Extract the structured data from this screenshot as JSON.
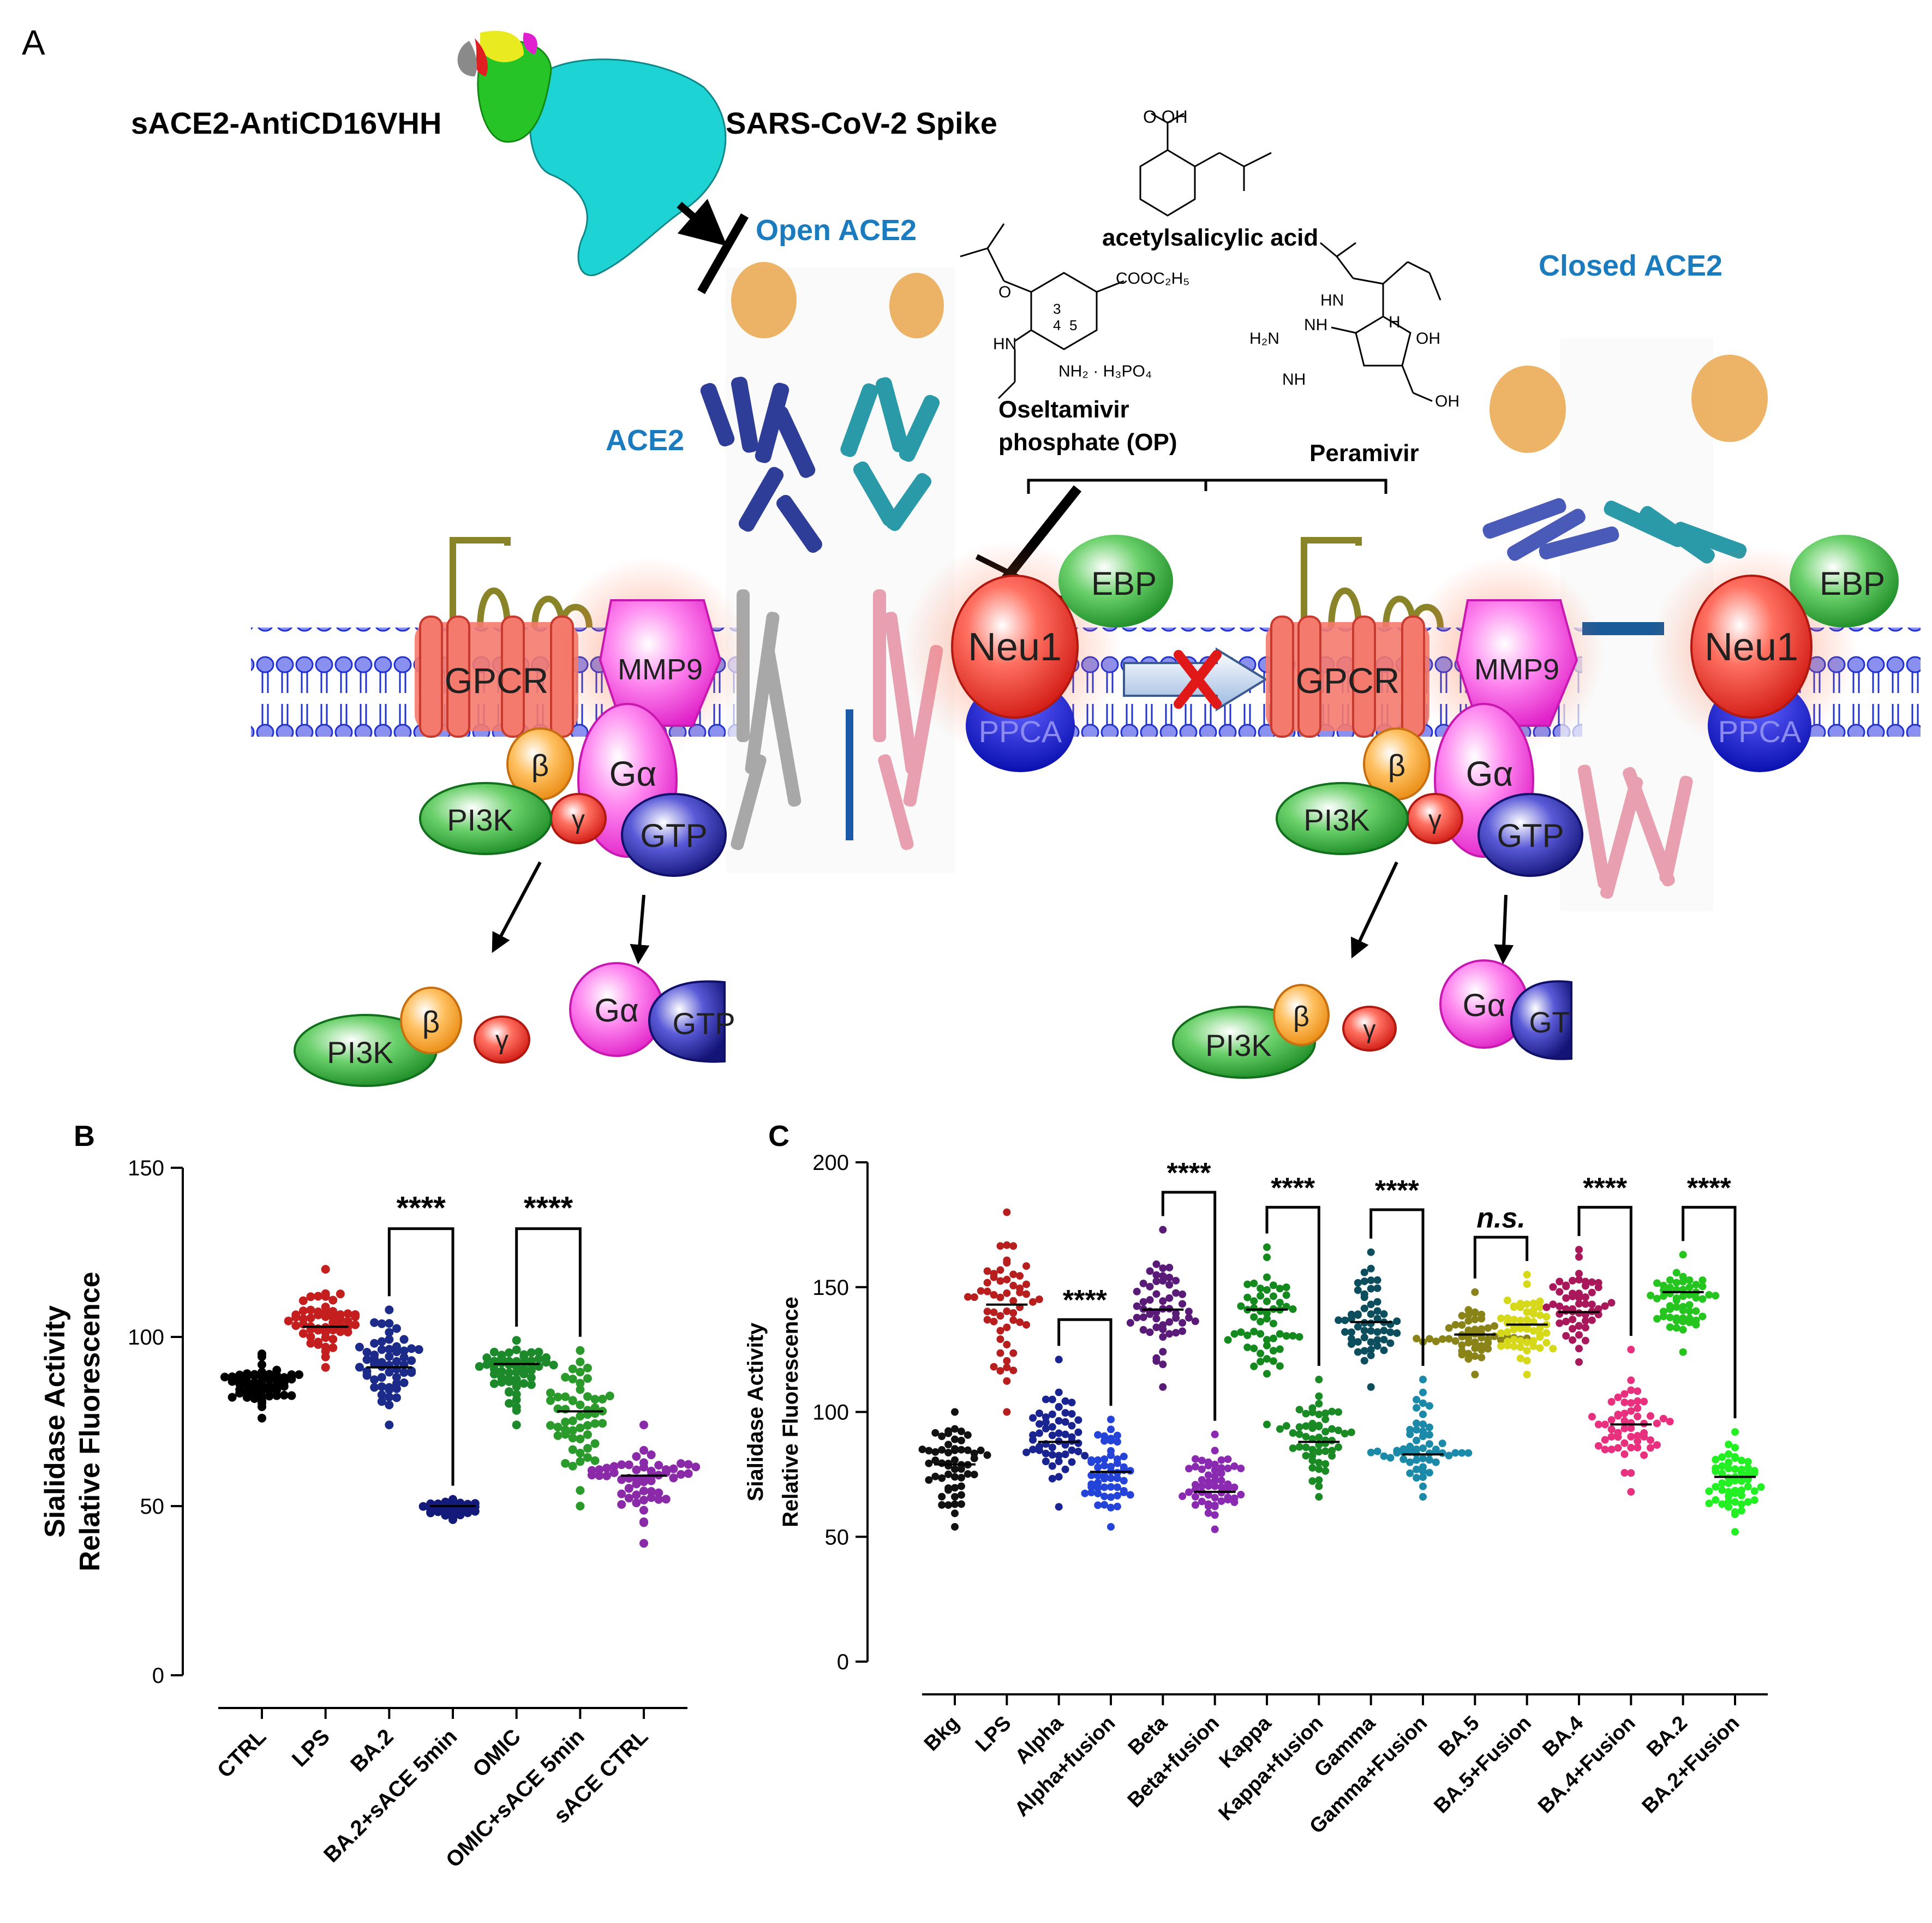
{
  "panelA": {
    "panel_label": "A",
    "labels": {
      "sace2": "sACE2-AntiCD16VHH",
      "spike": "SARS-CoV-2 Spike",
      "open_ace2": "Open ACE2",
      "closed_ace2": "Closed ACE2",
      "ace2": "ACE2",
      "asa": "acetylsalicylic acid",
      "op1": "Oseltamivir",
      "op2": "phosphate (OP)",
      "peramivir": "Peramivir",
      "gpcr": "GPCR",
      "mmp9": "MMP9",
      "neu1": "Neu1",
      "ebp": "EBP",
      "ppca": "PPCA",
      "pi3k": "PI3K",
      "beta": "β",
      "gamma": "γ",
      "galpha": "Gα",
      "gtp": "GTP",
      "gt": "GT",
      "gtp_cut": "GTP"
    },
    "chem": {
      "cooh": "O OH",
      "cooc2h5": "COOC₂H₅",
      "n3": "3",
      "n4": "4",
      "n5": "5",
      "hn": "HN",
      "nh2": "NH₂ · H₃PO₄",
      "o": "O",
      "h2n": "H₂N",
      "h": "H",
      "oh": "OH",
      "nh": "NH",
      "acid_oh": "OH"
    },
    "colors": {
      "membrane": "#2233cc",
      "gpcr": "#f47a6e",
      "mmp9": "#ff55ee",
      "neu1": "#e8302a",
      "ebp": "#4cc04c",
      "ppca": "#1020c8",
      "pi3k": "#2f9a3a",
      "beta": "#f6a020",
      "gamma": "#e83a3a",
      "galpha": "#ff44e0",
      "gtp": "#28289c",
      "spike": "#1ed3d3",
      "sace2": "#27c427",
      "title_blue": "#1a7cbf"
    }
  },
  "panelB": {
    "panel_label": "B",
    "sig": "****",
    "chart_data": {
      "type": "scatter",
      "ylabel_line1": "Sialidase Activity",
      "ylabel_line2": "Relative Fluorescence",
      "ylim": [
        0,
        150
      ],
      "yticks": [
        0,
        50,
        100,
        150
      ],
      "categories": [
        "CTRL",
        "LPS",
        "BA.2",
        "BA.2+sACE 5min",
        "OMIC",
        "OMIC+sACE 5min",
        "sACE CTRL"
      ],
      "groups": [
        {
          "name": "CTRL",
          "mean": 87,
          "min": 76,
          "max": 95,
          "color": "#000000"
        },
        {
          "name": "LPS",
          "mean": 103,
          "min": 91,
          "max": 120,
          "color": "#c41e1e"
        },
        {
          "name": "BA.2",
          "mean": 91,
          "min": 74,
          "max": 108,
          "color": "#1c2a8a"
        },
        {
          "name": "BA.2+sACE 5min",
          "mean": 50,
          "min": 46,
          "max": 52,
          "color": "#141a7a"
        },
        {
          "name": "OMIC",
          "mean": 92,
          "min": 74,
          "max": 99,
          "color": "#1c8a2a"
        },
        {
          "name": "OMIC+sACE 5min",
          "mean": 78,
          "min": 50,
          "max": 96,
          "color": "#2a9a2a"
        },
        {
          "name": "sACE CTRL",
          "mean": 59,
          "min": 39,
          "max": 74,
          "color": "#8a2aa8"
        }
      ],
      "comparisons": [
        {
          "from": 2,
          "to": 3,
          "label": "****",
          "bracket_y": 132
        },
        {
          "from": 4,
          "to": 5,
          "label": "****",
          "bracket_y": 132
        }
      ]
    }
  },
  "panelC": {
    "panel_label": "C",
    "chart_data": {
      "type": "scatter",
      "ylabel_line1": "Sialidase Activity",
      "ylabel_line2": "Relative Fluorescence",
      "ylim": [
        0,
        200
      ],
      "yticks": [
        0,
        50,
        100,
        150,
        200
      ],
      "categories": [
        "Bkg",
        "LPS",
        "Alpha",
        "Alpha+fusion",
        "Beta",
        "Beta+fusion",
        "Kappa",
        "Kappa+fusion",
        "Gamma",
        "Gamma+Fusion",
        "BA.5",
        "BA.5+Fusion",
        "BA.4",
        "BA.4+Fusion",
        "BA.2",
        "BA.2+Fusion"
      ],
      "groups": [
        {
          "name": "Bkg",
          "mean": 79,
          "min": 54,
          "max": 100,
          "color": "#111111"
        },
        {
          "name": "LPS",
          "mean": 143,
          "min": 100,
          "max": 180,
          "color": "#b81e1e"
        },
        {
          "name": "Alpha",
          "mean": 88,
          "min": 62,
          "max": 121,
          "color": "#1a2490"
        },
        {
          "name": "Alpha+fusion",
          "mean": 76,
          "min": 54,
          "max": 97,
          "color": "#2443d8"
        },
        {
          "name": "Beta",
          "mean": 141,
          "min": 110,
          "max": 173,
          "color": "#5a1a78"
        },
        {
          "name": "Beta+fusion",
          "mean": 68,
          "min": 53,
          "max": 91,
          "color": "#8a2ab0"
        },
        {
          "name": "Kappa",
          "mean": 141,
          "min": 95,
          "max": 166,
          "color": "#148a1e"
        },
        {
          "name": "Kappa+fusion",
          "mean": 88,
          "min": 66,
          "max": 113,
          "color": "#1a8a24"
        },
        {
          "name": "Gamma",
          "mean": 136,
          "min": 110,
          "max": 164,
          "color": "#0c4e5e"
        },
        {
          "name": "Gamma+Fusion",
          "mean": 83,
          "min": 66,
          "max": 113,
          "color": "#1a8aa8"
        },
        {
          "name": "BA.5",
          "mean": 131,
          "min": 115,
          "max": 148,
          "color": "#8a8418"
        },
        {
          "name": "BA.5+Fusion",
          "mean": 135,
          "min": 115,
          "max": 155,
          "color": "#d6d81a"
        },
        {
          "name": "BA.4",
          "mean": 140,
          "min": 120,
          "max": 165,
          "color": "#a8185a"
        },
        {
          "name": "BA.4+Fusion",
          "mean": 95,
          "min": 68,
          "max": 125,
          "color": "#e8307e"
        },
        {
          "name": "BA.2",
          "mean": 148,
          "min": 124,
          "max": 163,
          "color": "#26c41e"
        },
        {
          "name": "BA.2+Fusion",
          "mean": 74,
          "min": 52,
          "max": 92,
          "color": "#22f022"
        }
      ],
      "comparisons": [
        {
          "from": 2,
          "to": 3,
          "label": "****",
          "bracket_y": 137,
          "italic": false
        },
        {
          "from": 4,
          "to": 5,
          "label": "****",
          "bracket_y": 188,
          "italic": false
        },
        {
          "from": 6,
          "to": 7,
          "label": "****",
          "bracket_y": 182,
          "italic": false
        },
        {
          "from": 8,
          "to": 9,
          "label": "****",
          "bracket_y": 181,
          "italic": false
        },
        {
          "from": 10,
          "to": 11,
          "label": "n.s.",
          "bracket_y": 170,
          "italic": true
        },
        {
          "from": 12,
          "to": 13,
          "label": "****",
          "bracket_y": 182,
          "italic": false
        },
        {
          "from": 14,
          "to": 15,
          "label": "****",
          "bracket_y": 182,
          "italic": false
        }
      ]
    }
  }
}
